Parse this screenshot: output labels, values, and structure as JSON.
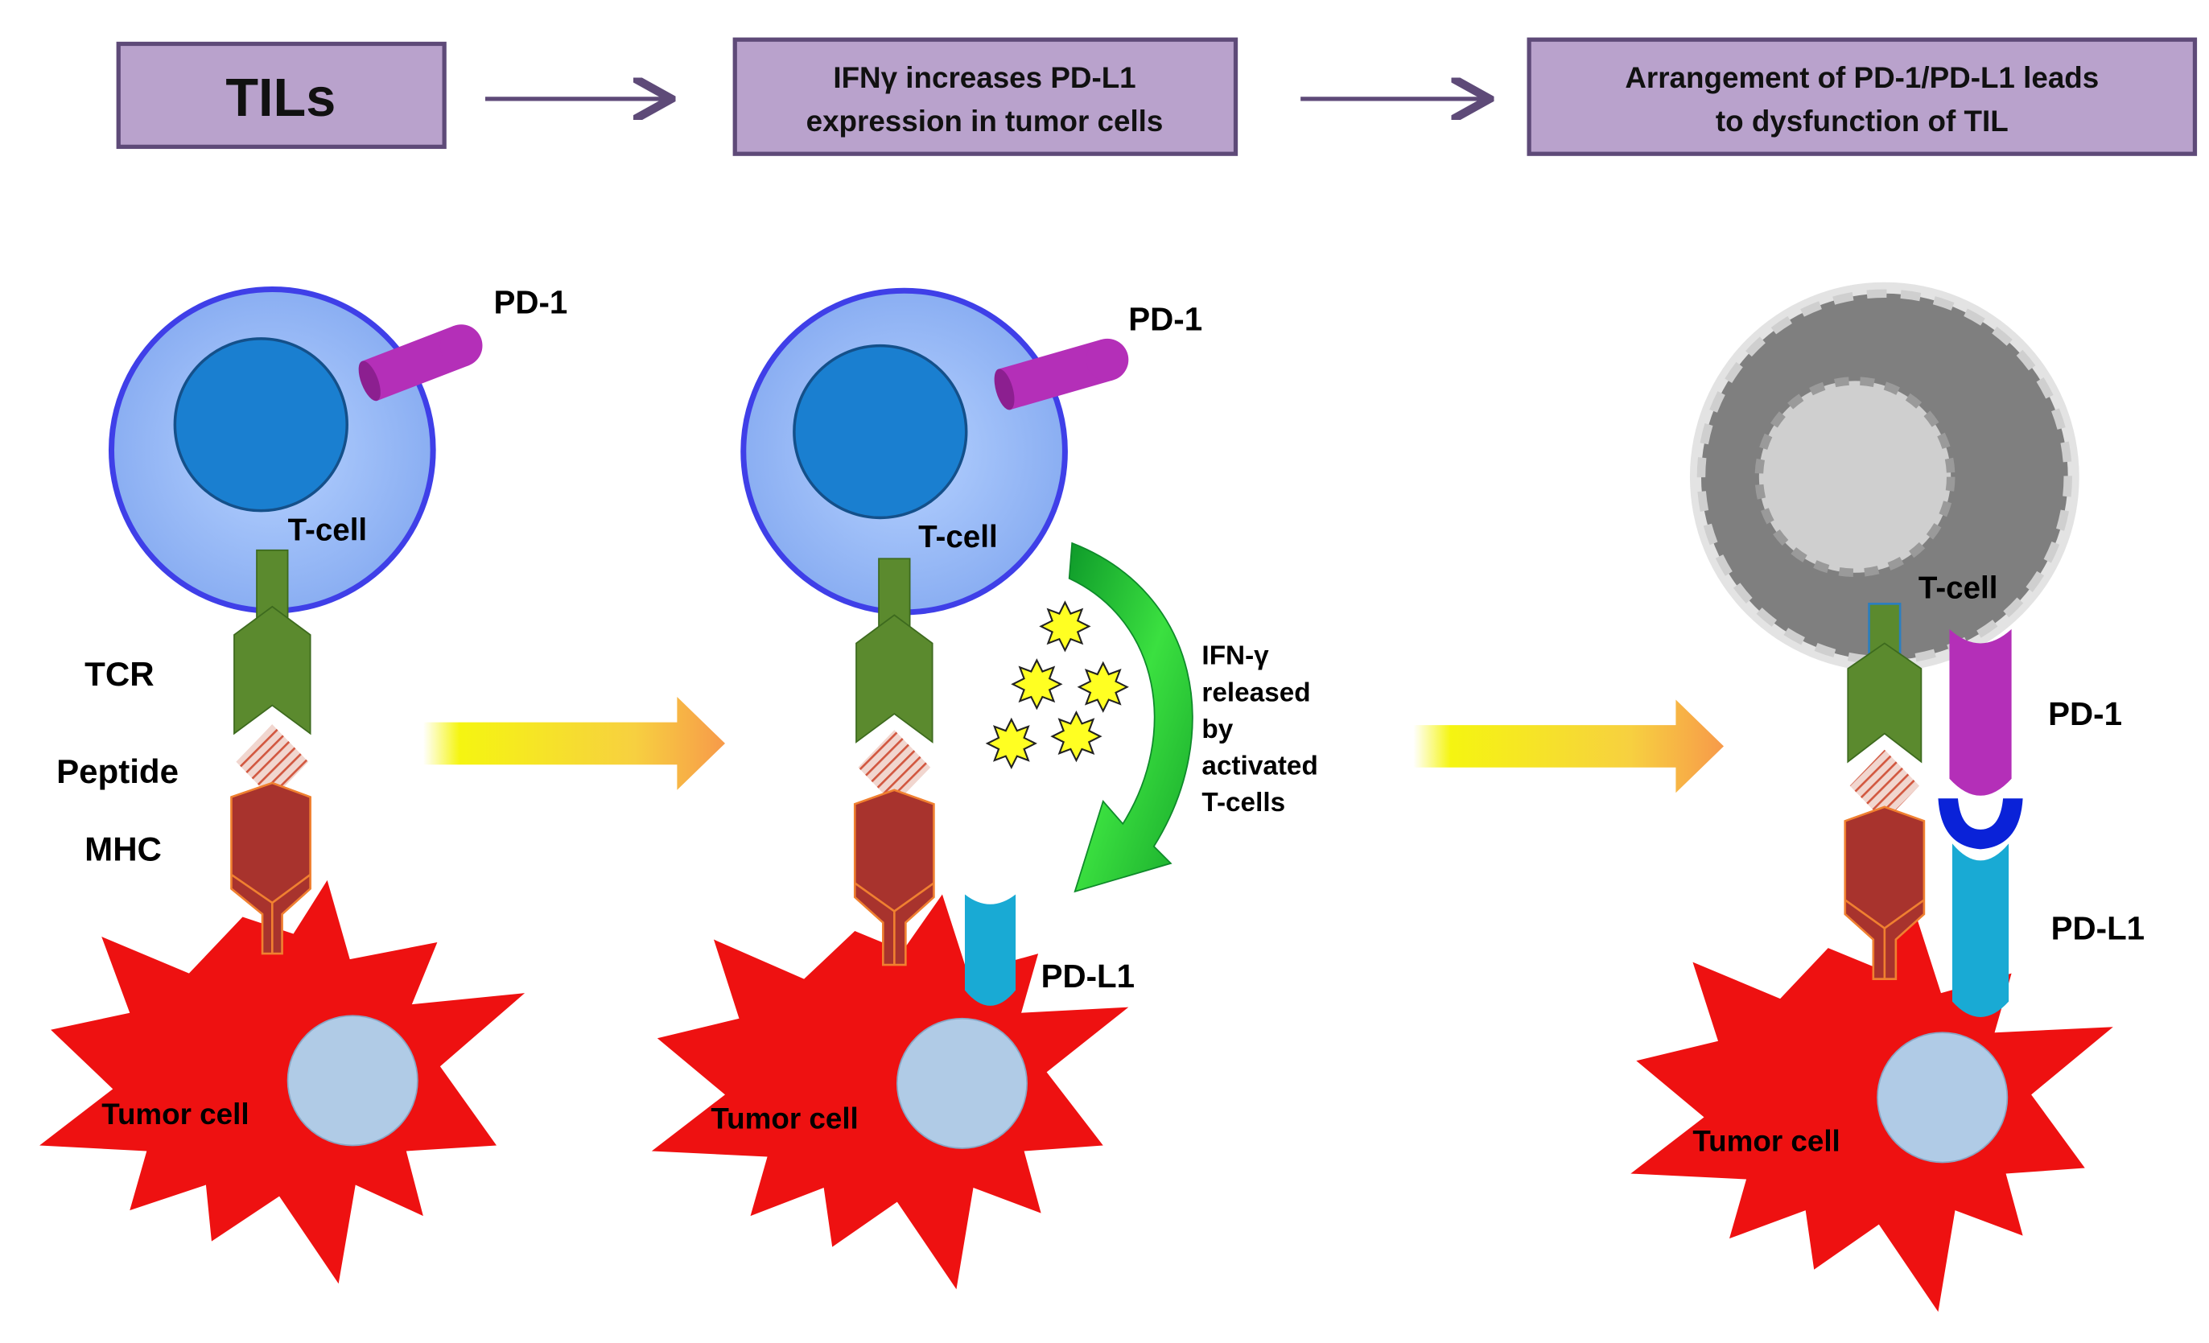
{
  "header": {
    "box1": {
      "line1": "TILs"
    },
    "box2": {
      "line1": "IFNγ increases PD-L1",
      "line2": "expression in tumor cells"
    },
    "box3": {
      "line1": "Arrangement of PD-1/PD-L1 leads",
      "line2": "to dysfunction of TIL"
    }
  },
  "panel1": {
    "pd1": "PD-1",
    "tcell": "T-cell",
    "tcr": "TCR",
    "peptide": "Peptide",
    "mhc": "MHC",
    "tumor": "Tumor cell"
  },
  "panel2": {
    "pd1": "PD-1",
    "tcell": "T-cell",
    "pdl1": "PD-L1",
    "tumor": "Tumor cell",
    "ifn": [
      "IFN-γ",
      "released",
      "by",
      "activated",
      "T-cells"
    ]
  },
  "panel3": {
    "tcell": "T-cell",
    "pd1": "PD-1",
    "pdl1": "PD-L1",
    "tumor": "Tumor cell"
  },
  "colors": {
    "header_fill": "#b9a2cc",
    "header_stroke": "#5e4a78",
    "tcell_fill": "#8fb8f5",
    "tcell_stroke": "#3f3fe8",
    "nucleus": "#1a7fd0",
    "pd1": "#b42fb8",
    "pdl1": "#19aad4",
    "tcr": "#5b8a2e",
    "mhc": "#a8332d",
    "tumor": "#ee1111",
    "tumor_nucleus": "#b0cbe6",
    "dead_cell": "#7f7f7f",
    "dead_nucleus": "#cfcfcf",
    "ifn_particle": "#ffff22",
    "ifn_arrow": "#2bd030",
    "transition_arrow": "#f5f511",
    "binding": "#0a22d8"
  }
}
